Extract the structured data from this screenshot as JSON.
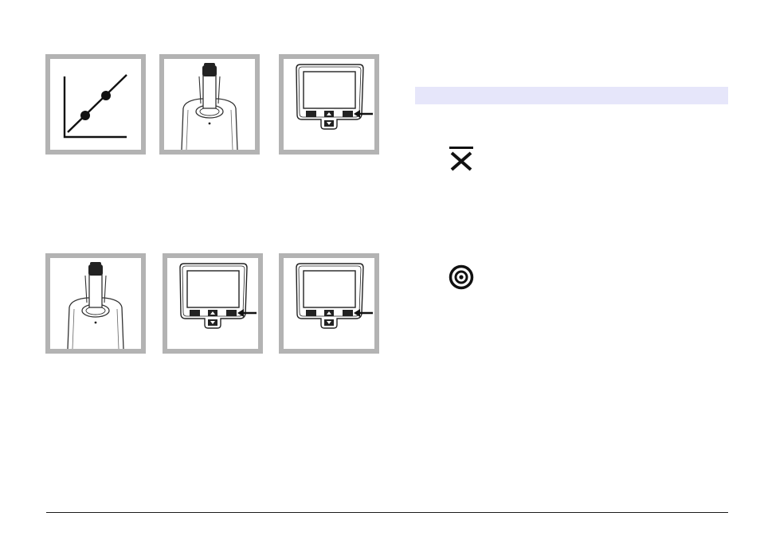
{
  "illustrations": [
    {
      "id": "calibration-curve",
      "icon": "calibration-curve-icon"
    },
    {
      "id": "sample-cell-in-meter-1",
      "icon": "sample-cell-in-meter-icon"
    },
    {
      "id": "meter-keypad-1",
      "icon": "meter-keypad-icon"
    },
    {
      "id": "sample-cell-in-meter-2",
      "icon": "sample-cell-in-meter-icon"
    },
    {
      "id": "meter-keypad-2",
      "icon": "meter-keypad-icon"
    },
    {
      "id": "meter-keypad-3",
      "icon": "meter-keypad-icon"
    }
  ],
  "symbols": [
    {
      "id": "mean-symbol",
      "icon": "x-bar-icon"
    },
    {
      "id": "target-symbol",
      "icon": "target-icon"
    }
  ],
  "colors": {
    "panel_border": "#b3b3b3",
    "highlight_bar": "#e6e6fa",
    "ink": "#111111"
  }
}
